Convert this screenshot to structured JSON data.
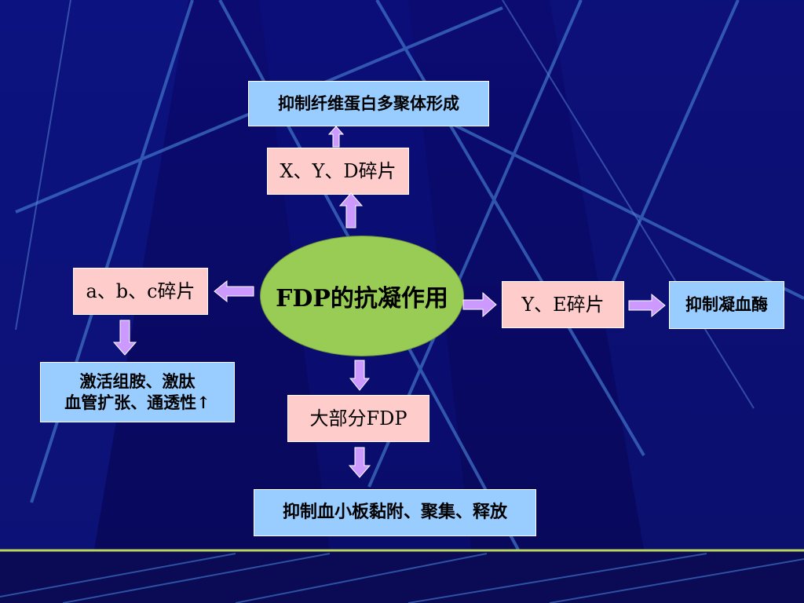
{
  "center": {
    "label": "FDP的抗凝作用"
  },
  "top": {
    "fragment": "X、Y、D碎片",
    "effect": "抑制纤维蛋白多聚体形成"
  },
  "left": {
    "fragment": "a、b、c碎片",
    "effect_line1": "激活组胺、激肽",
    "effect_line2": "血管扩张、通透性↑"
  },
  "right": {
    "fragment": "Y、E碎片",
    "effect": "抑制凝血酶"
  },
  "bottom": {
    "fragment": "大部分FDP",
    "effect": "抑制血小板黏附、聚集、释放"
  },
  "colors": {
    "background": "#0a0a66",
    "effect_box": "#99ccff",
    "fragment_box": "#ffcccc",
    "center_ellipse": "#99cc55",
    "arrow": "#cc99ff"
  }
}
